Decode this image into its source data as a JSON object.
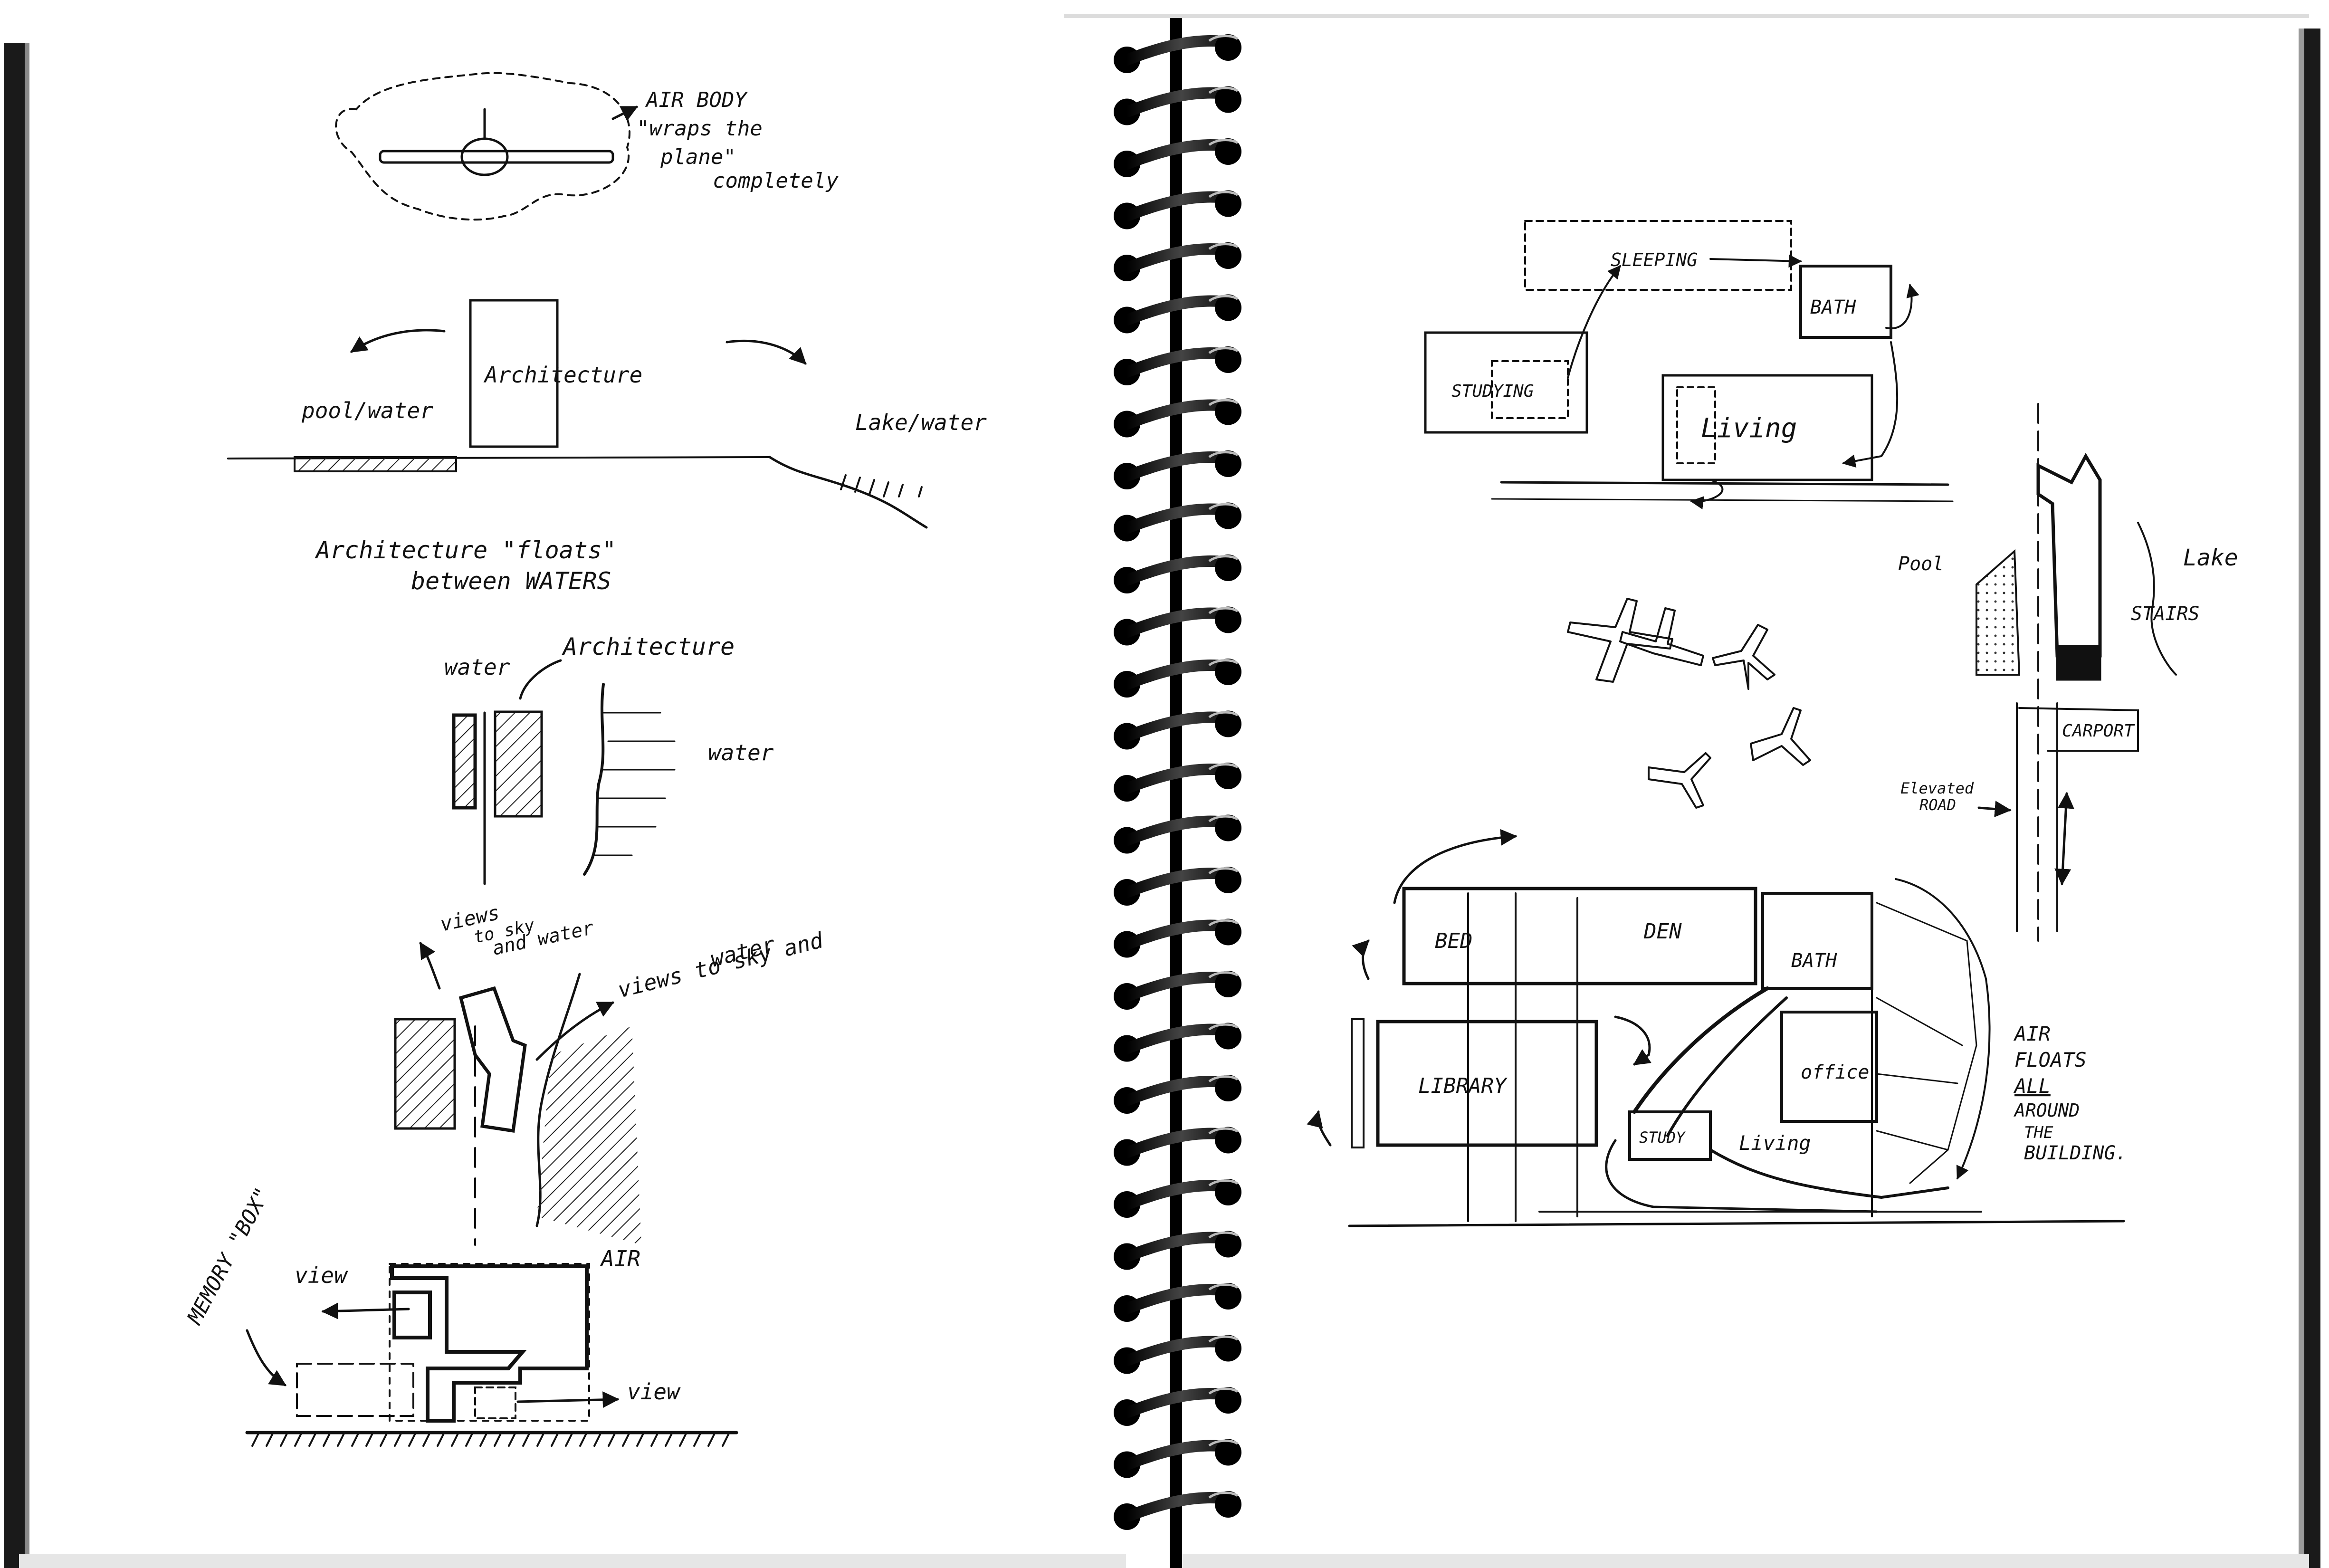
{
  "spread": {
    "left_page": {
      "airplane_sketch": {
        "note_lines": [
          "AIR BODY",
          "\"wraps the",
          "plane\"",
          "completely"
        ]
      },
      "section_sketch": {
        "label_architecture": "Architecture",
        "label_pool": "pool/water",
        "label_lake": "Lake/water",
        "caption_lines": [
          "Architecture \"floats\"",
          "between WATERS"
        ]
      },
      "plan_sketch": {
        "label_water_left": "water",
        "label_architecture": "Architecture",
        "label_water_right": "water"
      },
      "views_sketch": {
        "views_left_lines": [
          "views",
          "to sky",
          "and water"
        ],
        "views_right_lines": [
          "views to sky and",
          "water"
        ]
      },
      "memory_box_sketch": {
        "label_memory_box": "MEMORY \"BOX\"",
        "label_view_left": "view",
        "label_air": "AIR",
        "label_view_right": "view"
      }
    },
    "right_page": {
      "bubble_diagram": {
        "label_sleeping": "SLEEPING",
        "label_bath": "BATH",
        "label_studying": "STUDYING",
        "label_living": "Living"
      },
      "site_section": {
        "label_pool": "Pool",
        "label_lake": "Lake",
        "label_stairs": "STAIRS",
        "label_carport": "CARPORT",
        "label_elevated_road_lines": [
          "Elevated",
          "ROAD"
        ]
      },
      "floor_plan": {
        "label_bed": "BED",
        "label_den": "DEN",
        "label_bath": "BATH",
        "label_library": "LIBRARY",
        "label_office": "office",
        "label_study": "STUDY",
        "label_living": "Living",
        "note_lines": [
          "AIR",
          "FLOATS",
          "ALL",
          "AROUND",
          "THE",
          "BUILDING."
        ]
      }
    }
  }
}
